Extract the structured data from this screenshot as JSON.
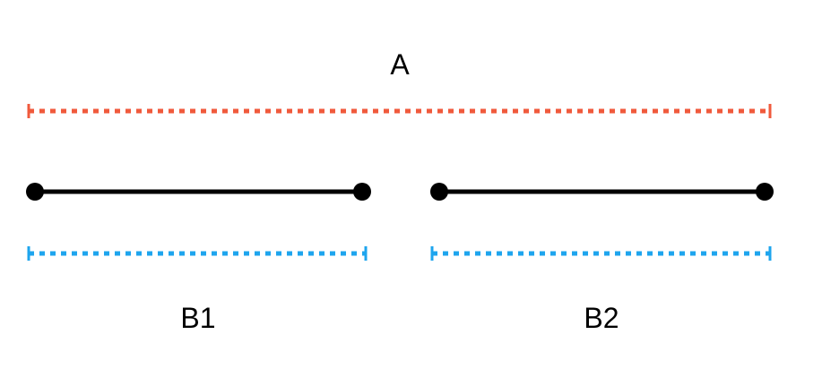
{
  "labels": {
    "a": "A",
    "b1": "B1",
    "b2": "B2"
  },
  "colors": {
    "span_a": "#f05a3c",
    "span_b": "#1ea5ee",
    "segment": "#000000"
  }
}
